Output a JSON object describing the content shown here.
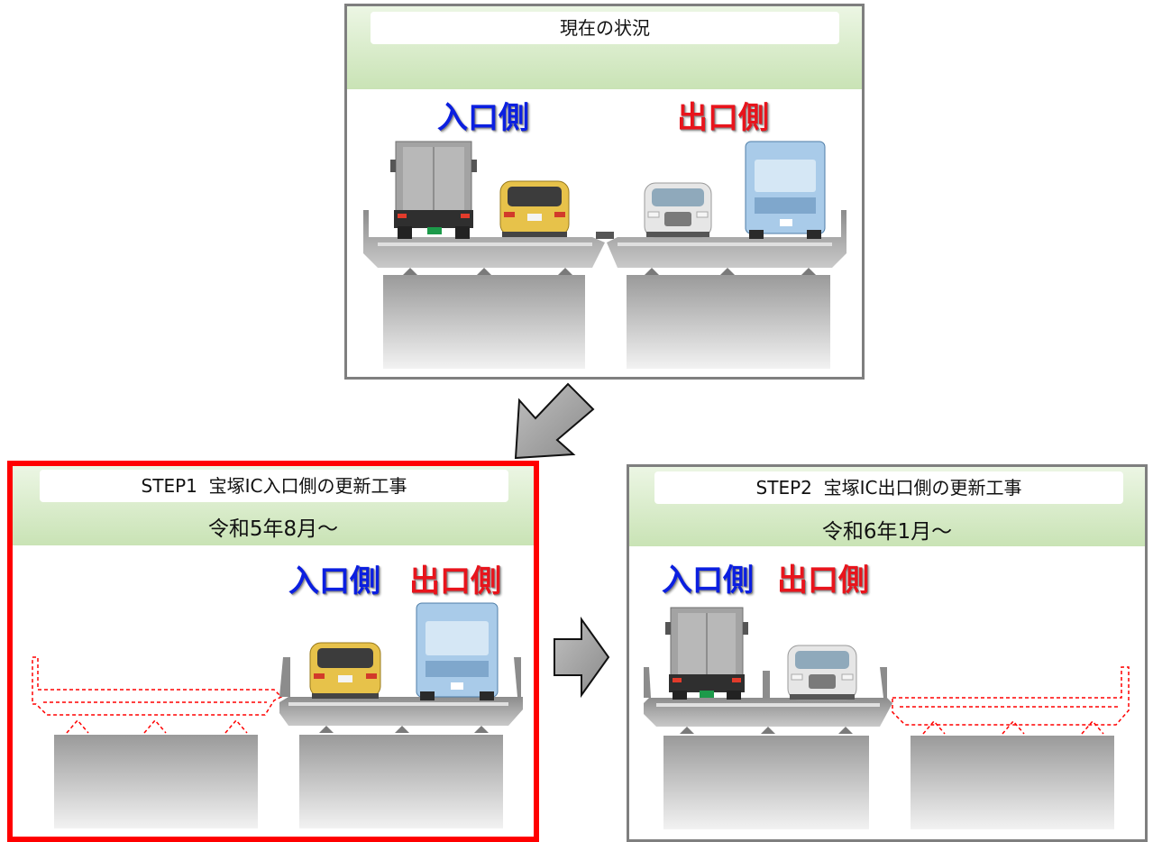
{
  "panels": {
    "current": {
      "title": "現在の状況",
      "label_in": "入口側",
      "label_out": "出口側"
    },
    "step1": {
      "title": "STEP1  宝塚IC入口側の更新工事",
      "date": "令和5年8月～",
      "label_in": "入口側",
      "label_out": "出口側"
    },
    "step2": {
      "title": "STEP2  宝塚IC出口側の更新工事",
      "date": "令和6年1月～",
      "label_in": "入口側",
      "label_out": "出口側"
    }
  },
  "colors": {
    "entrance": "#0b1fe0",
    "exit": "#e8141c",
    "highlight_border": "#ff0000",
    "band_green": "#c9e3b5",
    "removed_outline": "#ff0000"
  },
  "icons": [
    "truck-gray-icon",
    "truck-blue-icon",
    "car-yellow-icon",
    "car-white-icon",
    "arrow-down-left-icon",
    "arrow-right-icon"
  ]
}
